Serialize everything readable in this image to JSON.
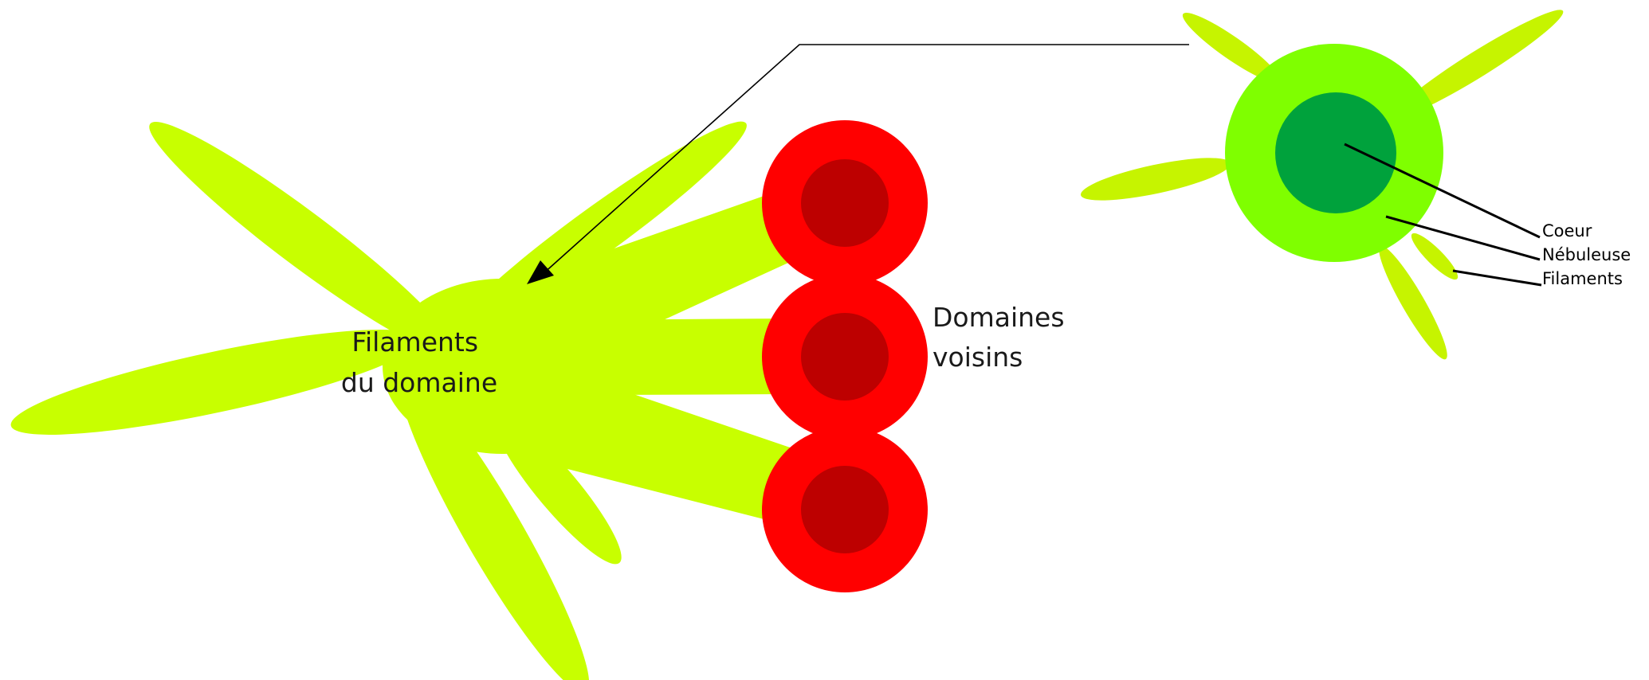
{
  "colors": {
    "filament": "#c8ff00",
    "filament_small": "#c6f400",
    "nebula_green": "#7fff00",
    "core_green": "#00a23c",
    "domain_outer": "#ff0000",
    "domain_inner": "#bd0000",
    "line": "#000000",
    "background": "#ffffff"
  },
  "labels": {
    "domain_filaments": [
      "Filaments",
      "du domaine"
    ],
    "neighbor_domains": [
      "Domaines",
      "voisins"
    ]
  },
  "legend": {
    "core": "Coeur",
    "nebula": "Nébuleuse",
    "filaments": "Filaments"
  }
}
